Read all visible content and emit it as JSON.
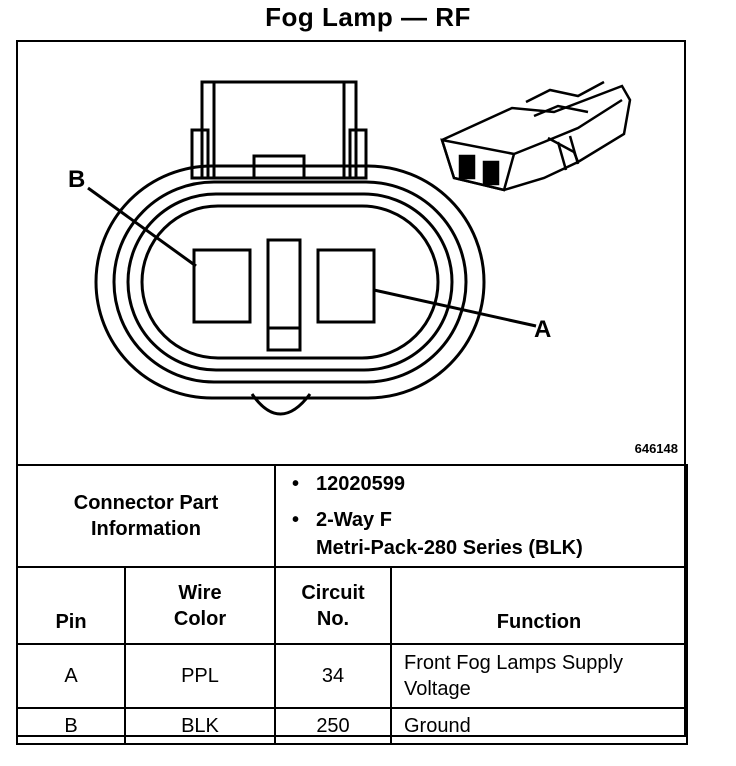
{
  "title": "Fog Lamp — RF",
  "figure": {
    "label_b": "B",
    "label_a": "A",
    "figure_number": "646148"
  },
  "connector_info": {
    "header_line1": "Connector Part",
    "header_line2": "Information",
    "bullets": [
      {
        "lines": [
          "12020599"
        ]
      },
      {
        "lines": [
          "2-Way F",
          "Metri-Pack-280 Series (BLK)"
        ]
      }
    ],
    "bullet_symbol": "•"
  },
  "pin_table": {
    "headers": {
      "pin": "Pin",
      "wire_color_1": "Wire",
      "wire_color_2": "Color",
      "circuit_1": "Circuit",
      "circuit_2": "No.",
      "function": "Function"
    },
    "rows": [
      {
        "pin": "A",
        "wire_color": "PPL",
        "circuit": "34",
        "function_1": "Front Fog Lamps Supply",
        "function_2": "Voltage"
      },
      {
        "pin": "B",
        "wire_color": "BLK",
        "circuit": "250",
        "function_1": "Ground",
        "function_2": ""
      }
    ]
  }
}
